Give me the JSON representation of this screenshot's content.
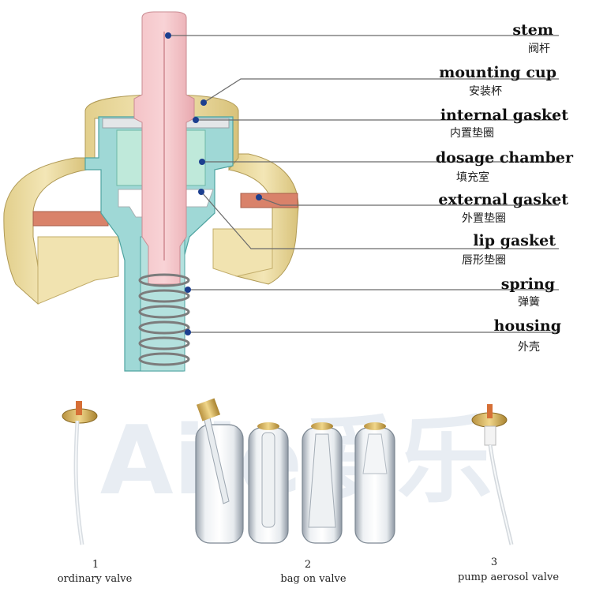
{
  "labels": [
    {
      "en": "stem",
      "zh": "阀杆"
    },
    {
      "en": "mounting cup",
      "zh": "安装杯"
    },
    {
      "en": "internal gasket",
      "zh": "内置垫圈"
    },
    {
      "en": "dosage chamber",
      "zh": "填充室"
    },
    {
      "en": "external gasket",
      "zh": "外置垫圈"
    },
    {
      "en": "lip gasket",
      "zh": "唇形垫圈"
    },
    {
      "en": "spring",
      "zh": "弹簧"
    },
    {
      "en": "housing",
      "zh": "外壳"
    }
  ],
  "watermark": "Aile爱乐",
  "products": [
    {
      "number": "1",
      "name": "ordinary valve"
    },
    {
      "number": "2",
      "name": "bag on valve"
    },
    {
      "number": "3",
      "name": "pump aerosol valve"
    }
  ],
  "colors": {
    "stem": "#f2b8bd",
    "mounting_cup": "#e9d9a0",
    "housing": "#9fd8d6",
    "chamber": "#bfe9da",
    "gasket": "#d9826a",
    "spring": "#8a8a8a",
    "dot": "#1c3f8f"
  }
}
